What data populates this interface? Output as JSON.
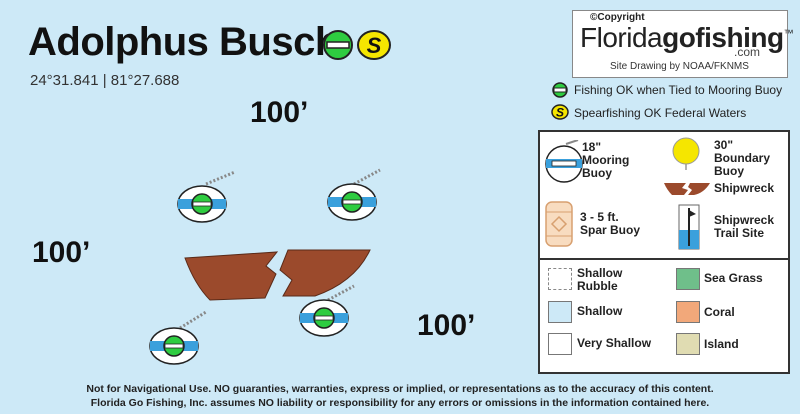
{
  "title": "Adolphus Busch",
  "coordinates": "24°31.841 | 81°27.688",
  "depth_labels": [
    "100’",
    "100’",
    "100’"
  ],
  "logo": {
    "copyright": "©Copyright",
    "brand_part1": "Florida",
    "brand_part2": "gofishing",
    "tm": "™",
    "com": ".com",
    "credit": "Site Drawing by NOAA/FKNMS"
  },
  "symbol_legend": [
    {
      "icon": "fishing-ok-icon",
      "label": "Fishing OK when Tied to Mooring Buoy"
    },
    {
      "icon": "spearfishing-ok-icon",
      "label": "Spearfishing OK Federal Waters"
    }
  ],
  "key": {
    "mooring_buoy": "18\" Mooring Buoy",
    "boundary_buoy": "30\" Boundary Buoy",
    "shipwreck": "Shipwreck",
    "spar_buoy": "3 - 5 ft. Spar Buoy",
    "trail_site": "Shipwreck Trail Site",
    "areas": [
      {
        "label": "Shallow Rubble",
        "color": "#ffffff"
      },
      {
        "label": "Sea Grass",
        "color": "#6fbf8a"
      },
      {
        "label": "Shallow",
        "color": "#cde9f7"
      },
      {
        "label": "Coral",
        "color": "#f2a87a"
      },
      {
        "label": "Very Shallow",
        "color": "#ffffff"
      },
      {
        "label": "Island",
        "color": "#e0dcb2"
      }
    ]
  },
  "footer": {
    "line1": "Not for Navigational Use. NO guaranties, warranties, express or implied, or representations as to the accuracy of this content.",
    "line2": "Florida Go Fishing, Inc. assumes NO liability or responsibility for any errors or omissions in the information contained here."
  },
  "colors": {
    "wreck": "#9b4a2c",
    "buoy_blue": "#3aa0dc",
    "buoy_green": "#2ecc40",
    "spear_yellow": "#f5e600"
  }
}
